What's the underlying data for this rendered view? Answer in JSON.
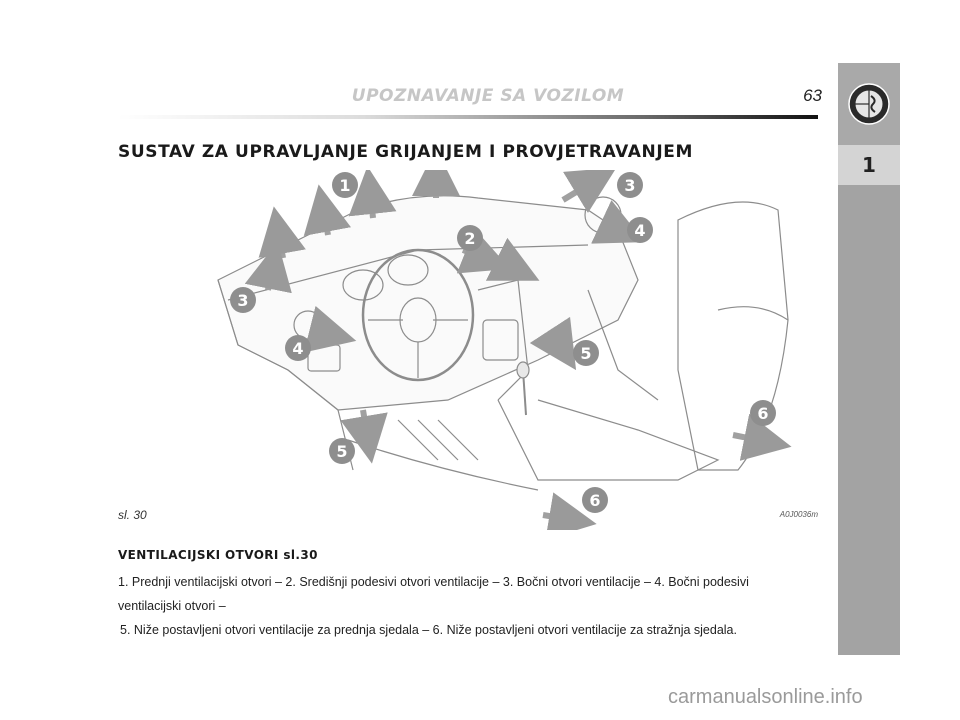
{
  "header": {
    "section_title": "UPOZNAVANJE SA VOZILOM",
    "page_number": "63"
  },
  "side_tab": {
    "logo": "alfa-romeo-badge",
    "chapter": "1"
  },
  "heading": "SUSTAV ZA UPRAVLJANJE GRIJANJEM I PROVJETRAVANJEM",
  "figure": {
    "label": "sl. 30",
    "code": "A0J0036m",
    "callouts": [
      "1",
      "2",
      "3",
      "3",
      "4",
      "4",
      "5",
      "5",
      "6",
      "6"
    ]
  },
  "vents": {
    "title": "VENTILACIJSKI OTVORI sl.30",
    "line1": "1. Prednji ventilacijski otvori – 2. Središnji podesivi otvori ventilacije – 3. Bočni otvori ventilacije – 4. Bočni podesivi ventilacijski otvori –",
    "line2": "5. Niže postavljeni otvori ventilacije za prednja sjedala – 6. Niže postavljeni otvori ventilacije za stražnja sjedala."
  },
  "watermark": "carmanualsonline.info"
}
